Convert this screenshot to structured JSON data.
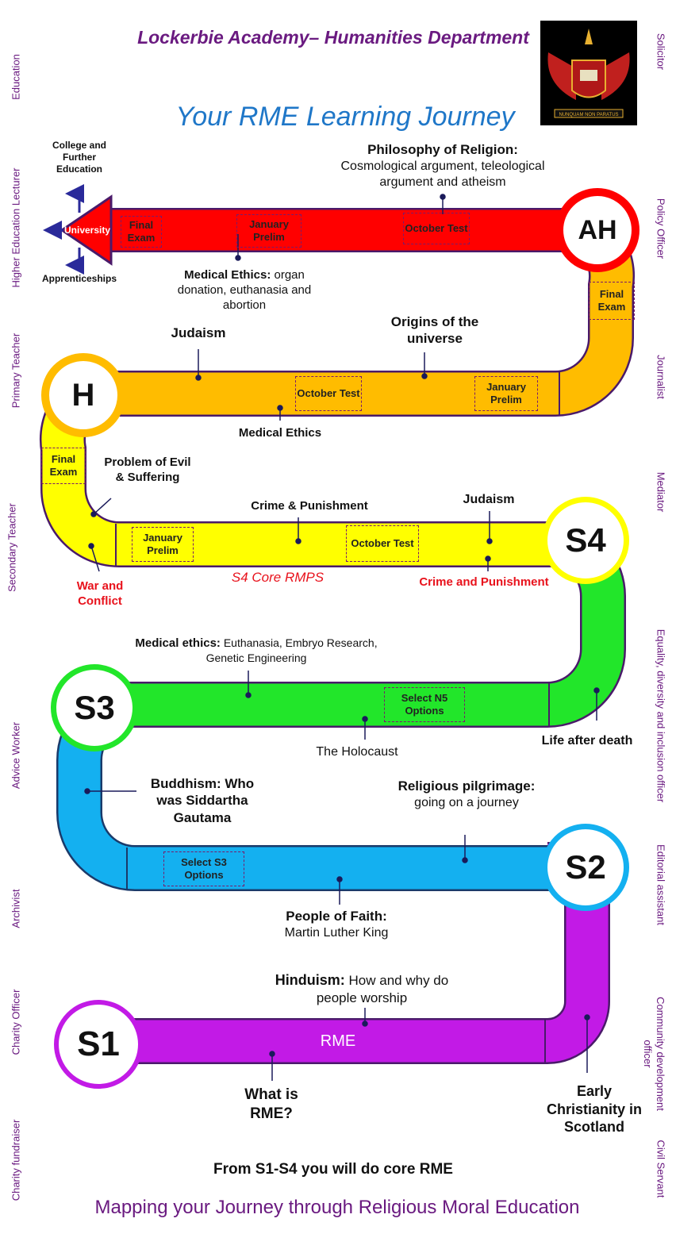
{
  "header": {
    "department": "Lockerbie Academy– Humanities Department",
    "title": "Your RME Learning Journey",
    "crest_motto": "NUNQUAM NON PARATUS"
  },
  "careers_left": [
    "Education",
    "Higher Education Lecturer",
    "Primary Teacher",
    "Secondary Teacher",
    "Advice Worker",
    "Archivist",
    "Charity Officer",
    "Charity fundraiser"
  ],
  "careers_right": [
    "Solicitor",
    "Policy Officer",
    "Journalist",
    "Mediator",
    "Equality, diversity and inclusion officer",
    "Editorial assistant",
    "Community development officer",
    "Civil Servant"
  ],
  "exits": {
    "college": "College and Further Education",
    "university": "University",
    "apprenticeships": "Apprenticeships"
  },
  "stages": {
    "ah": "AH",
    "h": "H",
    "s4": "S4",
    "s3": "S3",
    "s2": "S2",
    "s1": "S1"
  },
  "ah": {
    "final_exam": "Final Exam",
    "january_prelim": "January Prelim",
    "october_test": "October Test",
    "philosophy_title": "Philosophy of Religion:",
    "philosophy_text": "Cosmological argument, teleological argument and atheism",
    "medical_title": "Medical Ethics:",
    "medical_text": "organ donation, euthanasia and abortion",
    "final_exam_curve": "Final Exam"
  },
  "h": {
    "judaism": "Judaism",
    "origins": "Origins of the universe",
    "october_test": "October Test",
    "january_prelim": "January Prelim",
    "medical_ethics": "Medical Ethics",
    "final_exam": "Final Exam"
  },
  "s4": {
    "problem_evil": "Problem of Evil & Suffering",
    "crime_punishment": "Crime & Punishment",
    "judaism": "Judaism",
    "january_prelim": "January Prelim",
    "october_test": "October Test",
    "core": "S4 Core RMPS",
    "war_conflict": "War and Conflict",
    "crime_punishment_red": "Crime and Punishment"
  },
  "s3": {
    "medical_title": "Medical ethics:",
    "medical_text": "Euthanasia, Embryo Research, Genetic Engineering",
    "select_n5": "Select N5 Options",
    "holocaust": "The Holocaust",
    "life_after_death": "Life after death"
  },
  "s2": {
    "buddhism": "Buddhism: Who was Siddartha Gautama",
    "pilgrimage_title": "Religious pilgrimage:",
    "pilgrimage_text": "going on a journey",
    "select_s3": "Select S3 Options",
    "people_title": "People of Faith:",
    "people_text": "Martin Luther King"
  },
  "s1": {
    "hinduism_title": "Hinduism:",
    "hinduism_text": "How and why do people worship",
    "rme": "RME",
    "what_is": "What is RME?",
    "early_christianity": "Early Christianity in Scotland"
  },
  "footer": {
    "core_note": "From S1-S4 you will do core RME",
    "mapping": "Mapping your Journey through Religious Moral Education"
  },
  "colors": {
    "red": "#ff0000",
    "orange": "#ffbc00",
    "yellow": "#ffff00",
    "green": "#22e62a",
    "blue": "#14b0f0",
    "purple": "#c21ae6",
    "outline": "#5a1a78",
    "title_blue": "#1f77c8",
    "purple_text": "#6a1a80"
  }
}
